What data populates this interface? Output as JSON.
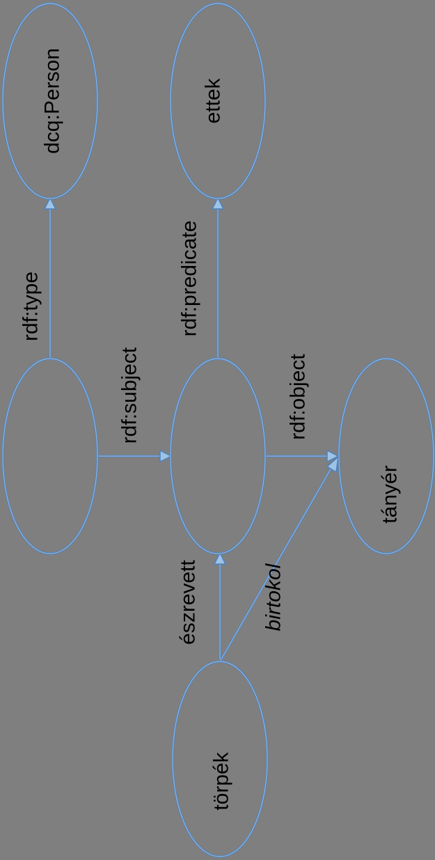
{
  "diagram": {
    "nodes": {
      "statement_subject": "",
      "person_class": "dcq:Person",
      "statement": "",
      "predicate_value": "ettek",
      "object_value": "tányér",
      "torpek": "törpék"
    },
    "edges": {
      "type": "rdf:type",
      "subject": "rdf:subject",
      "predicate": "rdf:predicate",
      "object": "rdf:object",
      "noticed": "észrevett",
      "owns": "birtokol"
    },
    "colors": {
      "background": "#7f7f7f",
      "stroke": "#4f81bd",
      "highlight": "#9dc3e6",
      "text": "#000000"
    }
  }
}
